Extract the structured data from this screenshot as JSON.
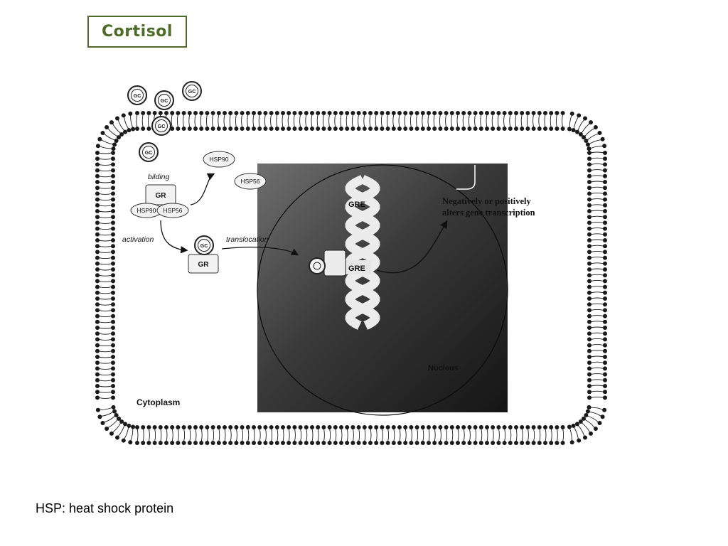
{
  "title": "Cortisol",
  "footnote": "HSP: heat shock protein",
  "diagram": {
    "gc_label": "GC",
    "gr_label": "GR",
    "hsp90_label": "HSP90",
    "hsp56_label": "HSP56",
    "binding_label": "bilding",
    "activation_label": "activation",
    "translocation_label": "translocation",
    "gre_label": "GRE",
    "transcription_line1": "Negatively or positively",
    "transcription_line2": "alters gene transcription",
    "nucleus_label": "Nucleus",
    "cytoplasm_label": "Cytoplasm"
  },
  "colors": {
    "title_accent": "#4e6b2a",
    "membrane": "#1a1a1a",
    "nucleus_dark": "#1e1e1e",
    "nucleus_light": "#6a6a6a"
  }
}
